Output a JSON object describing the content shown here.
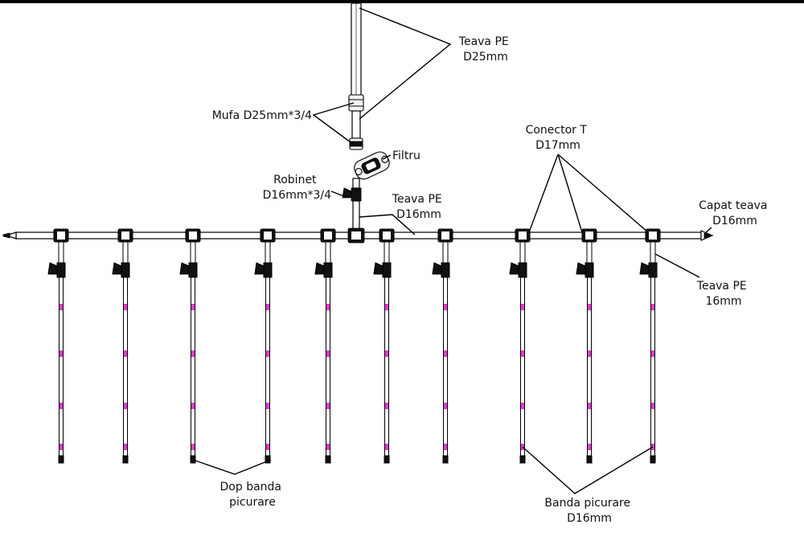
{
  "labels": {
    "teava_pe_d25": [
      "Teava PE",
      "D25mm"
    ],
    "mufa": [
      "Mufa D25mm*3/4"
    ],
    "filtru": [
      "Filtru"
    ],
    "conector_t": [
      "Conector T",
      "D17mm"
    ],
    "robinet": [
      "Robinet",
      "D16mm*3/4"
    ],
    "teava_pe_d16": [
      "Teava PE",
      "D16mm"
    ],
    "capat_teava": [
      "Capat teava",
      "D16mm"
    ],
    "teava_pe_16": [
      "Teava PE",
      "16mm"
    ],
    "dop_banda": [
      "Dop banda",
      "picurare"
    ],
    "banda_picurare": [
      "Banda picurare",
      "D16mm"
    ]
  },
  "colors": {
    "line": "#000000",
    "emitter": "#e23ad0",
    "background": "#ffffff"
  }
}
